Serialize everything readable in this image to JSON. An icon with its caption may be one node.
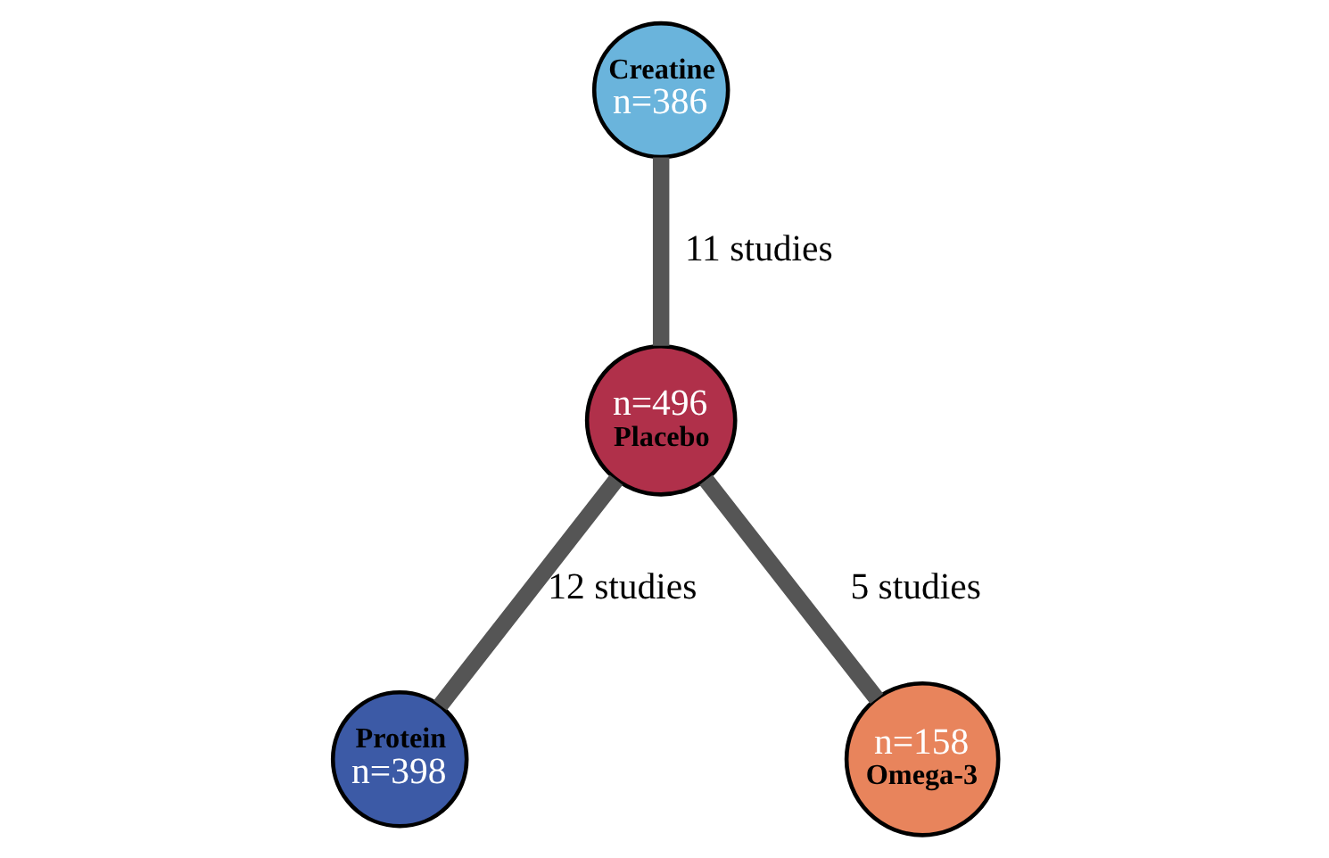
{
  "diagram": {
    "nodes": [
      {
        "text": [
          "Creatine",
          "n=386"
        ]
      },
      {
        "text": [
          "n=496",
          "Placebo"
        ]
      },
      {
        "text": [
          "Protein",
          "n=398"
        ]
      },
      {
        "text": [
          "n=158",
          "Omega-3"
        ]
      }
    ],
    "edges": [
      {
        "from": 0,
        "to": 1,
        "arrow": "none",
        "label": "11 studies"
      },
      {
        "from": 1,
        "to": 2,
        "arrow": "none",
        "label": "12 studies"
      },
      {
        "from": 1,
        "to": 3,
        "arrow": "none",
        "label": "5 studies"
      }
    ]
  }
}
